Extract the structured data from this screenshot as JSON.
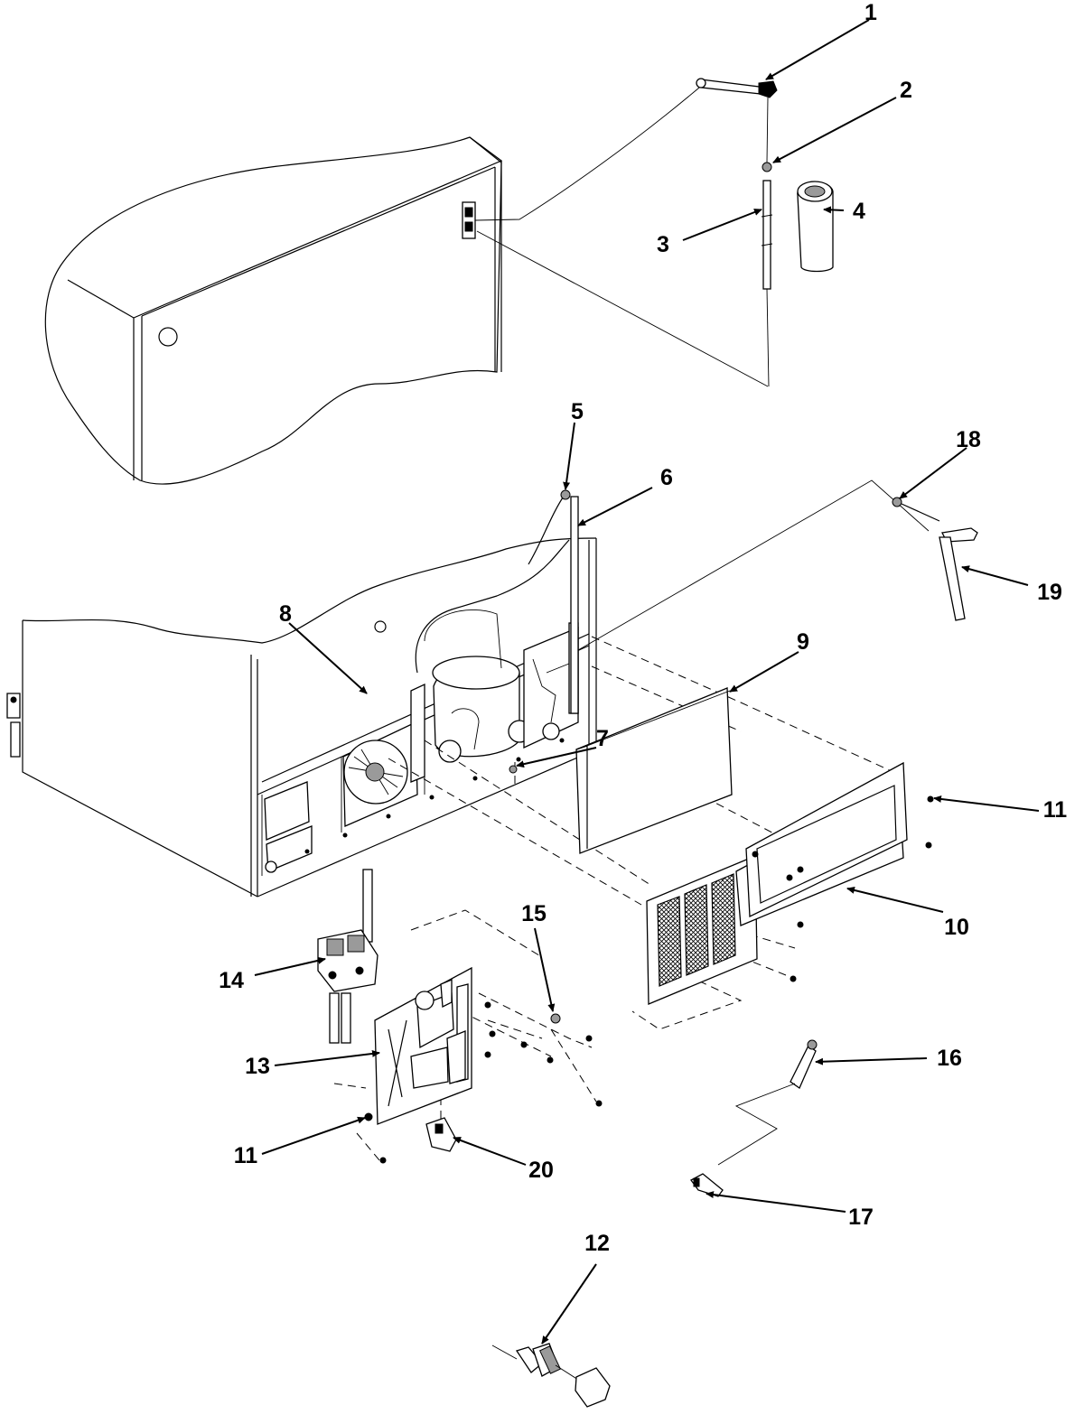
{
  "diagram": {
    "callouts": [
      {
        "id": "1",
        "label": "1"
      },
      {
        "id": "2",
        "label": "2"
      },
      {
        "id": "3",
        "label": "3"
      },
      {
        "id": "4",
        "label": "4"
      },
      {
        "id": "5",
        "label": "5"
      },
      {
        "id": "6",
        "label": "6"
      },
      {
        "id": "7",
        "label": "7"
      },
      {
        "id": "8",
        "label": "8"
      },
      {
        "id": "9",
        "label": "9"
      },
      {
        "id": "10",
        "label": "10"
      },
      {
        "id": "11a",
        "label": "11"
      },
      {
        "id": "11b",
        "label": "11"
      },
      {
        "id": "12",
        "label": "12"
      },
      {
        "id": "13",
        "label": "13"
      },
      {
        "id": "14",
        "label": "14"
      },
      {
        "id": "15",
        "label": "15"
      },
      {
        "id": "16",
        "label": "16"
      },
      {
        "id": "17",
        "label": "17"
      },
      {
        "id": "18",
        "label": "18"
      },
      {
        "id": "19",
        "label": "19"
      },
      {
        "id": "20",
        "label": "20"
      }
    ]
  }
}
